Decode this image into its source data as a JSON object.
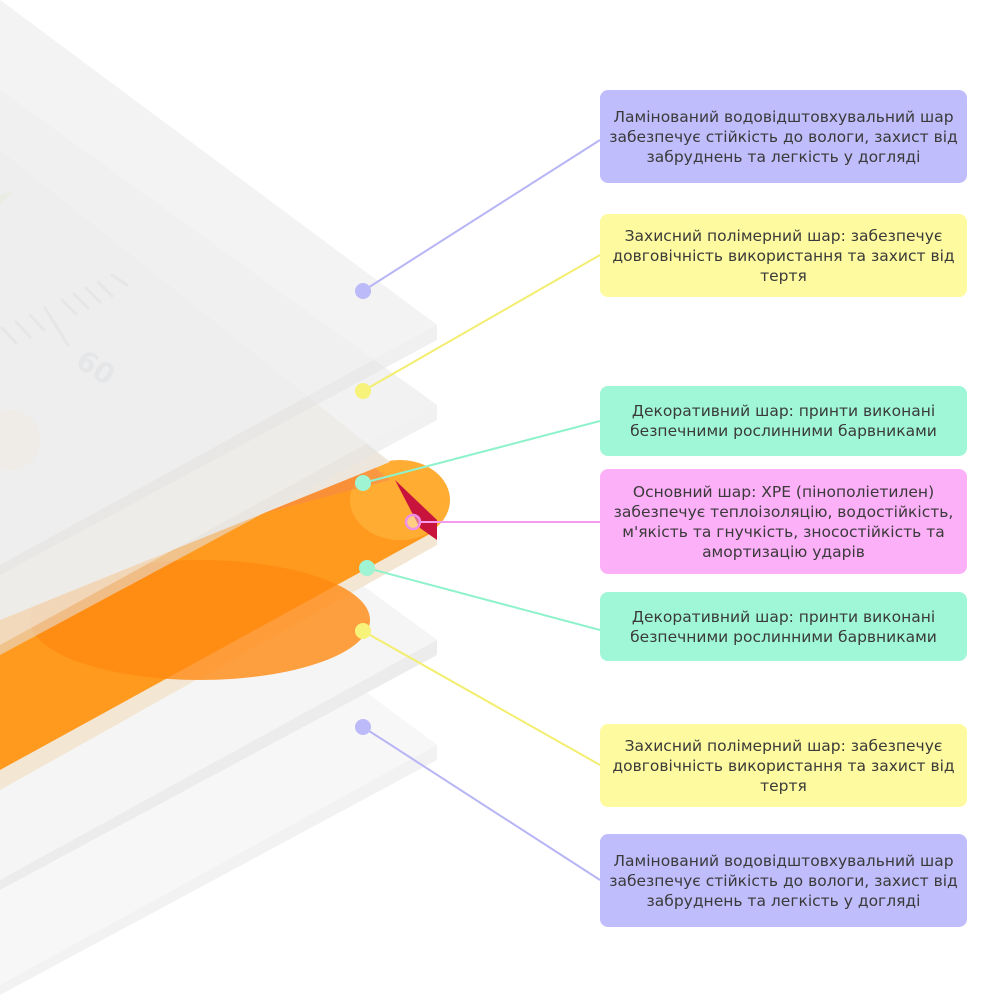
{
  "colors": {
    "laminate": "#bfbdfb",
    "polymer": "#fdfa9f",
    "decor": "#a0f7d8",
    "core": "#fcb0f8",
    "orange": "#ff9a1f",
    "line_purple": "#b7b5f5",
    "line_yellow": "#f3ee70",
    "line_teal": "#8ef2cc",
    "line_pink": "#f59cf0"
  },
  "mat_print": {
    "ruler_number": "60"
  },
  "callouts": [
    {
      "layer": "laminate",
      "text": "Ламінований водовідштовхувальний шар забезпечує стійкість до вологи, захист від забруднень та легкість у догляді"
    },
    {
      "layer": "polymer",
      "text": "Захисний полімерний шар: забезпечує довговічність використання та захист від тертя"
    },
    {
      "layer": "decor",
      "text": "Декоративний шар: принти виконані безпечними рослинними барвниками"
    },
    {
      "layer": "core",
      "text": "Основний шар: XPE (пінополіетилен) забезпечує теплоізоляцію, водостійкість, м'якість та гнучкість, зносостійкість та амортизацію ударів"
    },
    {
      "layer": "decor",
      "text": "Декоративний шар: принти виконані безпечними рослинними барвниками"
    },
    {
      "layer": "polymer",
      "text": "Захисний полімерний шар: забезпечує довговічність використання та захист від тертя"
    },
    {
      "layer": "laminate",
      "text": "Ламінований водовідштовхувальний шар забезпечує стійкість до вологи, захист від забруднень та легкість у догляді"
    }
  ]
}
